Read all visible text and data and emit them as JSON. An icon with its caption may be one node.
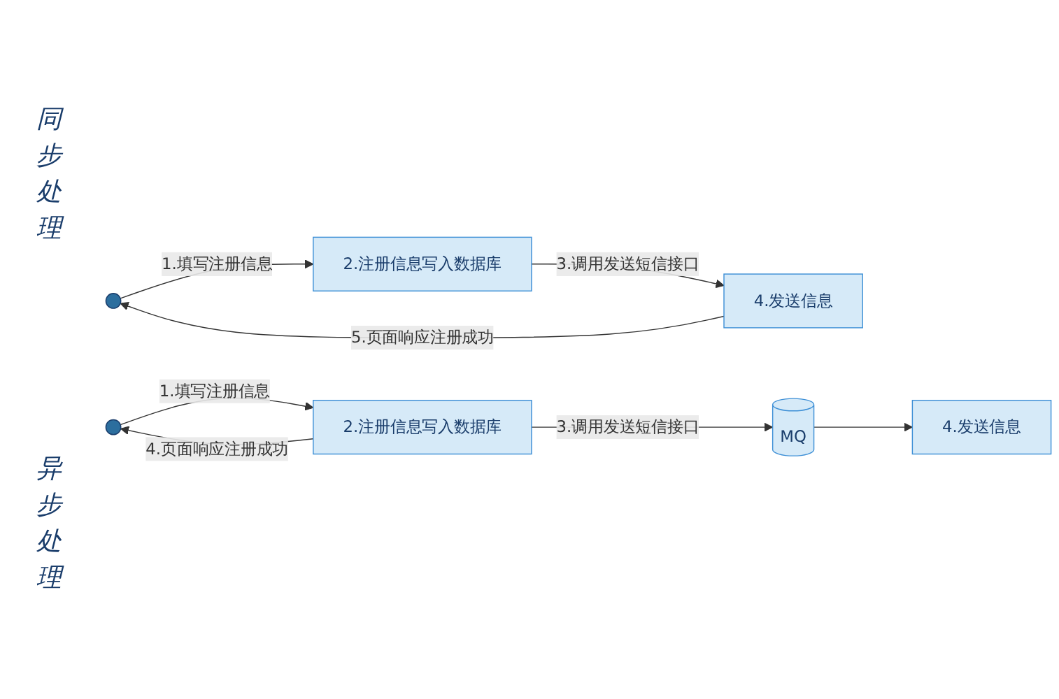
{
  "diagram": {
    "nodes": [
      {
        "text": [],
        "shape": "person"
      },
      {
        "text": [
          "2.注册信息写入数据库"
        ]
      },
      {
        "text": [
          "4.发送信息"
        ]
      },
      {
        "text": [],
        "shape": "person"
      },
      {
        "text": [
          "2.注册信息写入数据库"
        ]
      },
      {
        "text": [
          "MQ"
        ]
      },
      {
        "text": [
          "4.发送信息"
        ]
      }
    ],
    "edges": [
      {
        "from": 0,
        "to": 1,
        "arrow": "to",
        "label": "1.填写注册信息"
      },
      {
        "from": 1,
        "to": 2,
        "arrow": "to",
        "label": "3.调用发送短信接口"
      },
      {
        "from": 2,
        "to": 0,
        "arrow": "to",
        "label": "5.页面响应注册成功"
      },
      {
        "from": 3,
        "to": 4,
        "arrow": "to",
        "label": "1.填写注册信息"
      },
      {
        "from": 4,
        "to": 5,
        "arrow": "to",
        "label": "3.调用发送短信接口"
      },
      {
        "from": 5,
        "to": 6,
        "arrow": "to"
      },
      {
        "from": 4,
        "to": 3,
        "arrow": "to",
        "label": "4.页面响应注册成功"
      }
    ],
    "labels": [
      "同步处理",
      "异步处理"
    ]
  }
}
